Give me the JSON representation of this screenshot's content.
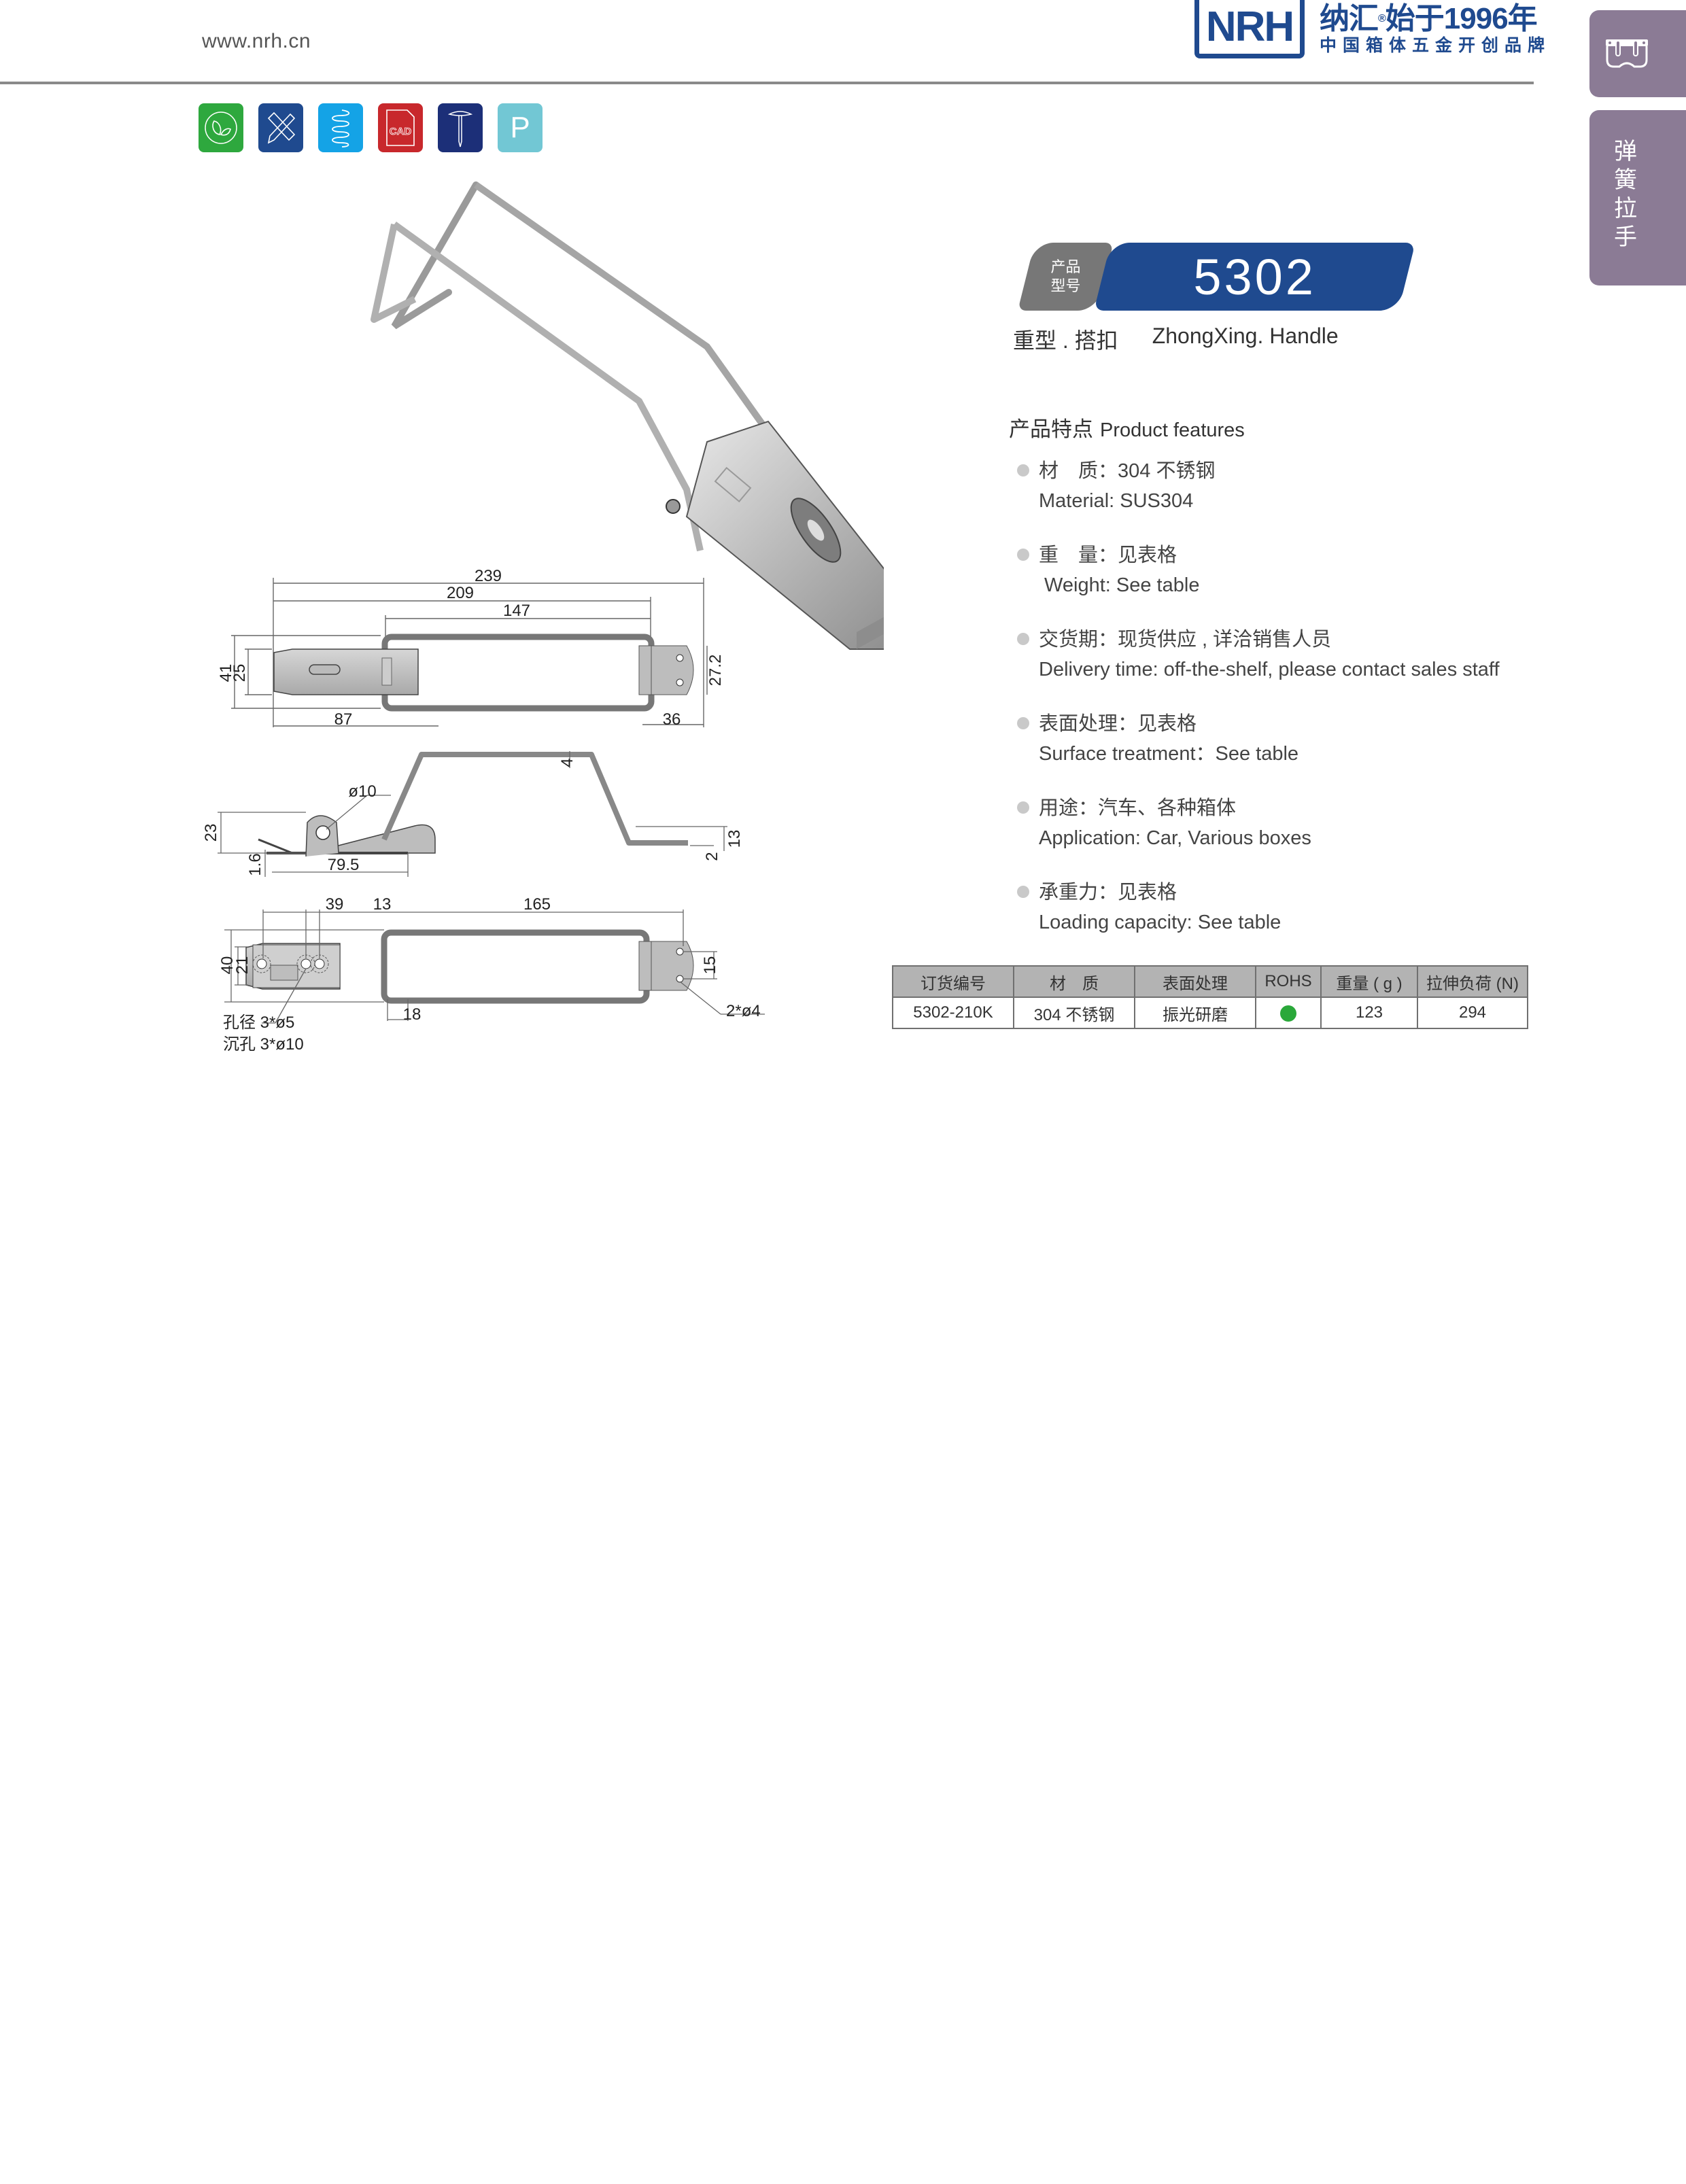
{
  "header": {
    "url": "www.nrh.cn",
    "logo": {
      "mark": "NRH",
      "line1": "纳汇",
      "registered": "®",
      "line1_suffix": "始于1996年",
      "line2": "中国箱体五金开创品牌"
    }
  },
  "side_tabs": [
    {
      "icon": "latch-icon"
    },
    {
      "label_chars": [
        "弹",
        "簧",
        "拉",
        "手"
      ]
    }
  ],
  "feature_icons": [
    {
      "name": "eco-leaf-icon",
      "color": "#2ea83e"
    },
    {
      "name": "design-tools-icon",
      "color": "#1f4a8f"
    },
    {
      "name": "spring-icon",
      "color": "#14a3e6"
    },
    {
      "name": "cad-file-icon",
      "color": "#c8282c",
      "text": "CAD"
    },
    {
      "name": "screw-icon",
      "color": "#1c2f78"
    },
    {
      "name": "parking-p-icon",
      "color": "#72c7d4",
      "text": "P"
    }
  ],
  "product": {
    "badge_label_line1": "产品",
    "badge_label_line2": "型号",
    "model": "5302",
    "name_zh": "重型 . 搭扣",
    "name_en": "ZhongXing. Handle"
  },
  "features": {
    "title_zh": "产品特点",
    "title_en": "Product features",
    "items": [
      {
        "zh": "材　质：304 不锈钢",
        "en": "Material: SUS304"
      },
      {
        "zh": "重　量：见表格",
        "en": " Weight: See table"
      },
      {
        "zh": "交货期：现货供应 , 详洽销售人员",
        "en": "Delivery time: off-the-shelf, please contact sales staff"
      },
      {
        "zh": "表面处理：见表格",
        "en": "Surface treatment：See table"
      },
      {
        "zh": "用途：汽车、各种箱体",
        "en": "Application: Car, Various boxes"
      },
      {
        "zh": "承重力：见表格",
        "en": "Loading capacity: See table"
      }
    ]
  },
  "table": {
    "headers": [
      "订货编号",
      "材　质",
      "表面处理",
      "ROHS",
      "重量 ( g )",
      "拉伸负荷 (N)"
    ],
    "rows": [
      {
        "code": "5302-210K",
        "material": "304 不锈钢",
        "surface": "振光研磨",
        "rohs": true,
        "rohs_color": "#2aa83a",
        "weight": "123",
        "load": "294"
      }
    ]
  },
  "drawing": {
    "top_view": {
      "dims": {
        "overall": "239",
        "mid": "209",
        "loop": "147",
        "height_outer": "41",
        "height_inner": "25",
        "left_len": "87",
        "right_len": "36",
        "plate_h": "27.2"
      }
    },
    "side_view": {
      "dims": {
        "hole_dia": "ø10",
        "height": "23",
        "thickness": "1.6",
        "base_len": "79.5",
        "wire": "4",
        "hook_h": "13",
        "hook_t": "2"
      }
    },
    "bottom_view": {
      "dims": {
        "a": "39",
        "b": "13",
        "c": "165",
        "height_outer": "40",
        "height_inner": "21",
        "d": "18",
        "plate_holes_span": "15",
        "plate_holes": "2*ø4",
        "hole_note_1": "孔径 3*ø5",
        "hole_note_2": "沉孔 3*ø10"
      }
    }
  }
}
